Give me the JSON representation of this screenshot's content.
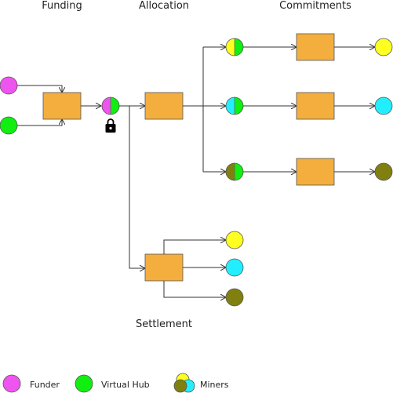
{
  "headings": {
    "funding": "Funding",
    "allocation": "Allocation",
    "commitments": "Commitments",
    "settlement": "Settlement"
  },
  "legend": {
    "funder": "Funder",
    "virtual_hub": "Virtual Hub",
    "miners": "Miners"
  },
  "colors": {
    "funder": "#ee55ee",
    "virtual_hub": "#11ee11",
    "miner_yellow": "#ffff22",
    "miner_cyan": "#22eeff",
    "miner_olive": "#808011",
    "box": "#f4ae3d"
  },
  "icons": {
    "lock": "lock-icon"
  }
}
